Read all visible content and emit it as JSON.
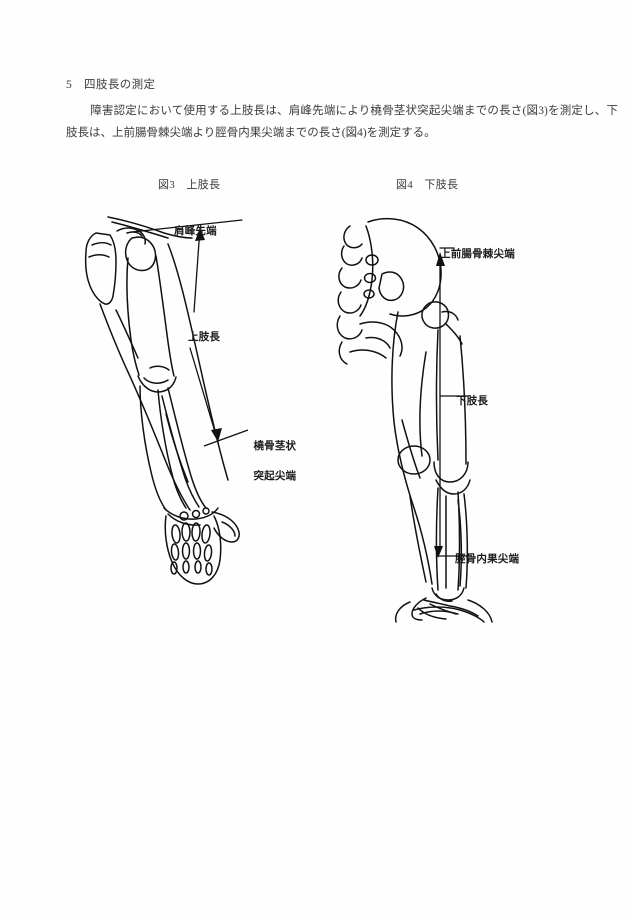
{
  "document": {
    "section": {
      "number": "5",
      "title": "四肢長の測定",
      "heading_text": "5　四肢長の測定"
    },
    "paragraph": "障害認定において使用する上肢長は、肩峰先端により橈骨茎状突起尖端までの長さ(図3)を測定し、下肢長は、上前腸骨棘尖端より脛骨内果尖端までの長さ(図4)を測定する。"
  },
  "figures": [
    {
      "id": "fig3",
      "caption": "図3　上肢長",
      "number": "図3",
      "title": "上肢長",
      "subject": "upper-limb-skeleton",
      "labels": {
        "acromion": "肩峰先端",
        "measurement": "上肢長",
        "radial_styloid_line1": "橈骨茎状",
        "radial_styloid_line2": "突起尖端"
      }
    },
    {
      "id": "fig4",
      "caption": "図4　下肢長",
      "number": "図4",
      "title": "下肢長",
      "subject": "lower-limb-skeleton",
      "labels": {
        "asis": "上前腸骨棘尖端",
        "measurement": "下肢長",
        "medial_malleolus": "脛骨内果尖端"
      }
    }
  ],
  "colors": {
    "page_background": "#fefefe",
    "body_text": "#3c3c3c",
    "label_text": "#1c1c1c",
    "line_art": "#111111"
  }
}
